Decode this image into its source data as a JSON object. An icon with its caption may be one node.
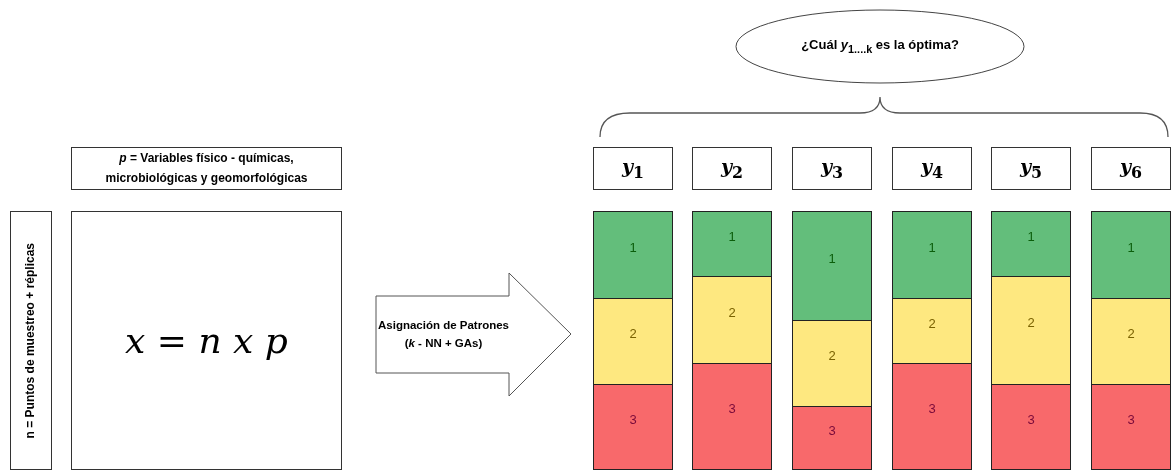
{
  "diagram": {
    "nodes": [
      {
        "text": [
          "*p* = Variables físico - químicas, microbiológicas y geomorfológicas"
        ]
      },
      {
        "text": [
          "n = Puntos de muestreo + réplicas"
        ]
      },
      {
        "text": [
          "*x* = *n x p*"
        ]
      },
      {
        "text": [
          "Asignación de Patrones (*k* - NN + GAs)"
        ]
      },
      {
        "text": [
          "¿Cuál *y*$_{1....k}$ es la óptima?"
        ]
      },
      {
        "text": [
          "*y*$_{1}$"
        ]
      },
      {
        "text": [
          "*y*$_{2}$"
        ]
      },
      {
        "text": [
          "*y*$_{3}$"
        ]
      },
      {
        "text": [
          "*y*$_{4}$"
        ]
      },
      {
        "text": [
          "*y*$_{5}$"
        ]
      },
      {
        "text": [
          "*y*$_{6}$"
        ]
      },
      {
        "text": [
          "1"
        ]
      },
      {
        "text": [
          "2"
        ]
      },
      {
        "text": [
          "3"
        ]
      },
      {
        "text": [
          "1"
        ]
      },
      {
        "text": [
          "2"
        ]
      },
      {
        "text": [
          "3"
        ]
      },
      {
        "text": [
          "1"
        ]
      },
      {
        "text": [
          "2"
        ]
      },
      {
        "text": [
          "3"
        ]
      },
      {
        "text": [
          "1"
        ]
      },
      {
        "text": [
          "2"
        ]
      },
      {
        "text": [
          "3"
        ]
      },
      {
        "text": [
          "1"
        ]
      },
      {
        "text": [
          "2"
        ]
      },
      {
        "text": [
          "3"
        ]
      },
      {
        "text": [
          "1"
        ]
      },
      {
        "text": [
          "2"
        ]
      },
      {
        "text": [
          "3"
        ]
      }
    ],
    "edges": []
  }
}
